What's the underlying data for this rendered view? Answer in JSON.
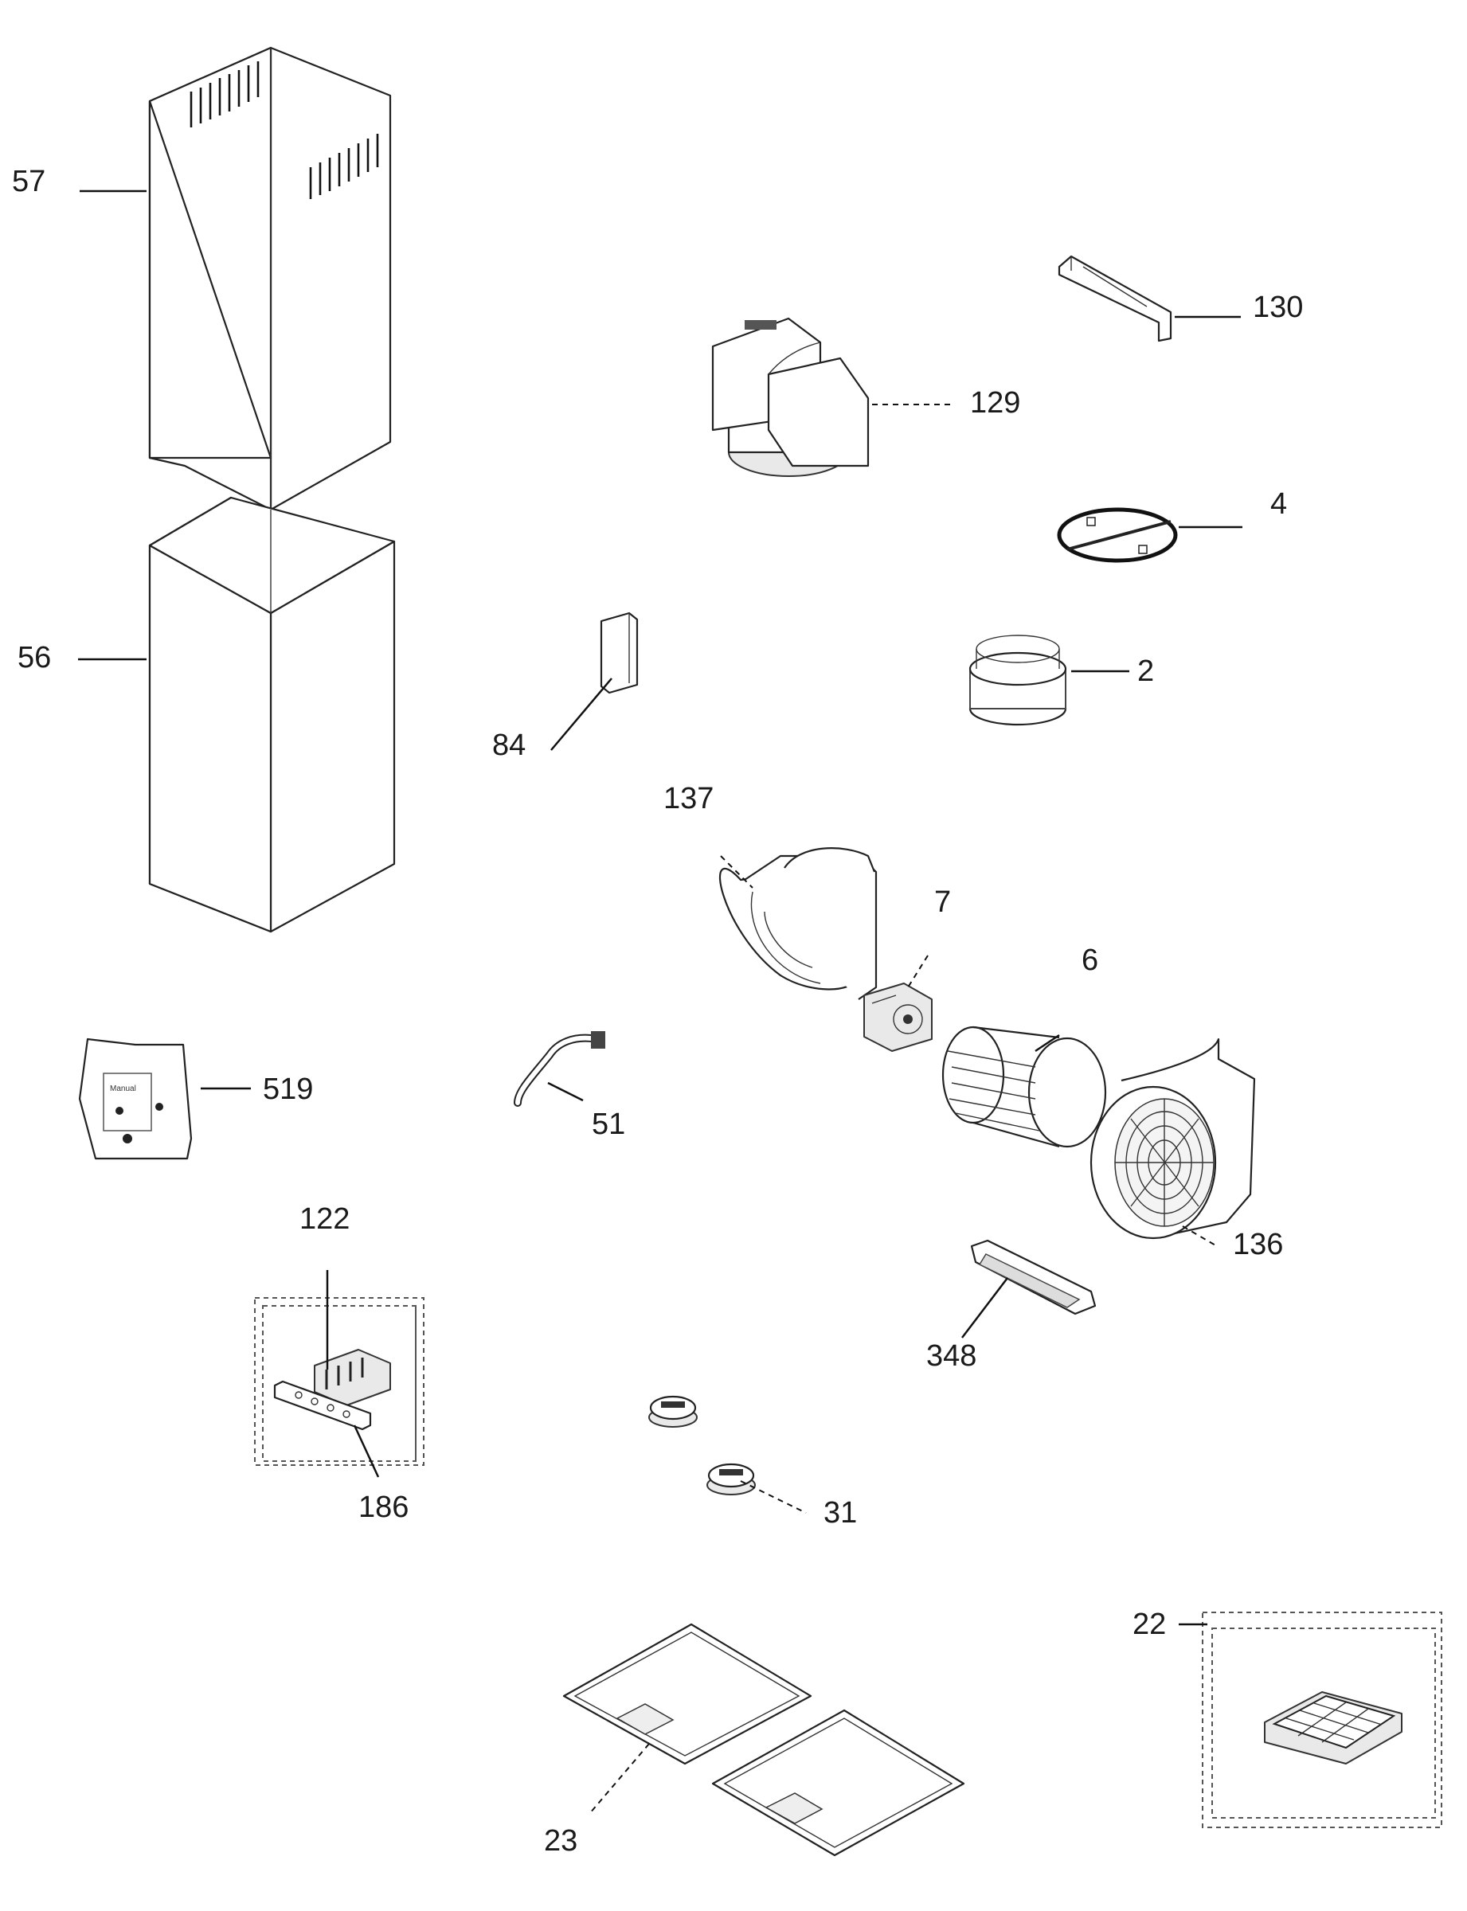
{
  "callouts": {
    "c57": "57",
    "c56": "56",
    "c130": "130",
    "c129": "129",
    "c4": "4",
    "c2": "2",
    "c84": "84",
    "c137": "137",
    "c7": "7",
    "c6": "6",
    "c519": "519",
    "c51": "51",
    "c136": "136",
    "c122": "122",
    "c348": "348",
    "c186": "186",
    "c31": "31",
    "c22": "22",
    "c23": "23"
  },
  "manual_bag_text": "Manual"
}
